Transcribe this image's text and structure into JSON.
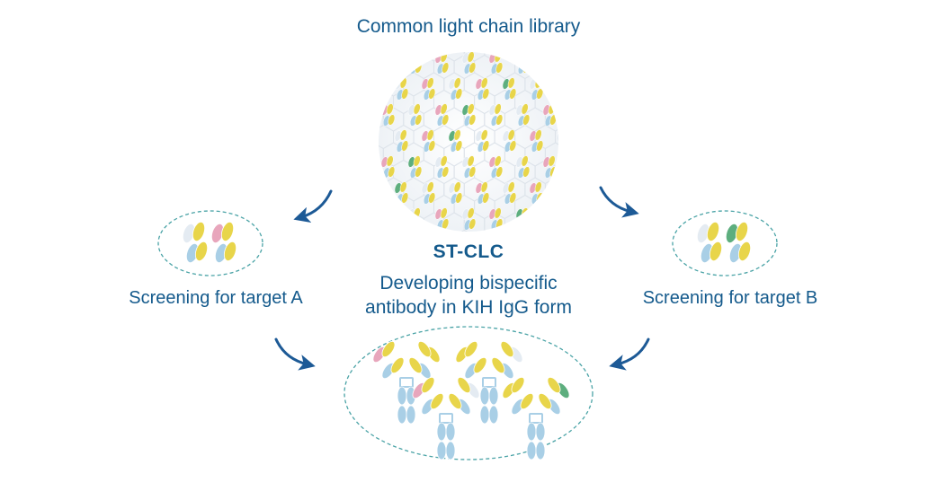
{
  "title": "Common light chain library",
  "platform_name": "ST-CLC",
  "description_line1": "Developing bispecific",
  "description_line2": "antibody in KIH IgG form",
  "screen_a": "Screening for target A",
  "screen_b": "Screening for target B",
  "colors": {
    "text": "#145a8c",
    "arrow": "#1d5a96",
    "dashed_ellipse": "#4aa3a6",
    "heavy_chain": "#a9cfe6",
    "light_chain": "#e8d54a",
    "variable_pink": "#e8a6bc",
    "variable_green": "#5dae7e",
    "variable_grey": "#e4ebf2",
    "hexagon_line": "#dde3ea"
  },
  "icons": [
    "curved-arrow-icon",
    "antibody-fab-icon",
    "igg-antibody-icon",
    "hexagon-library-icon"
  ]
}
